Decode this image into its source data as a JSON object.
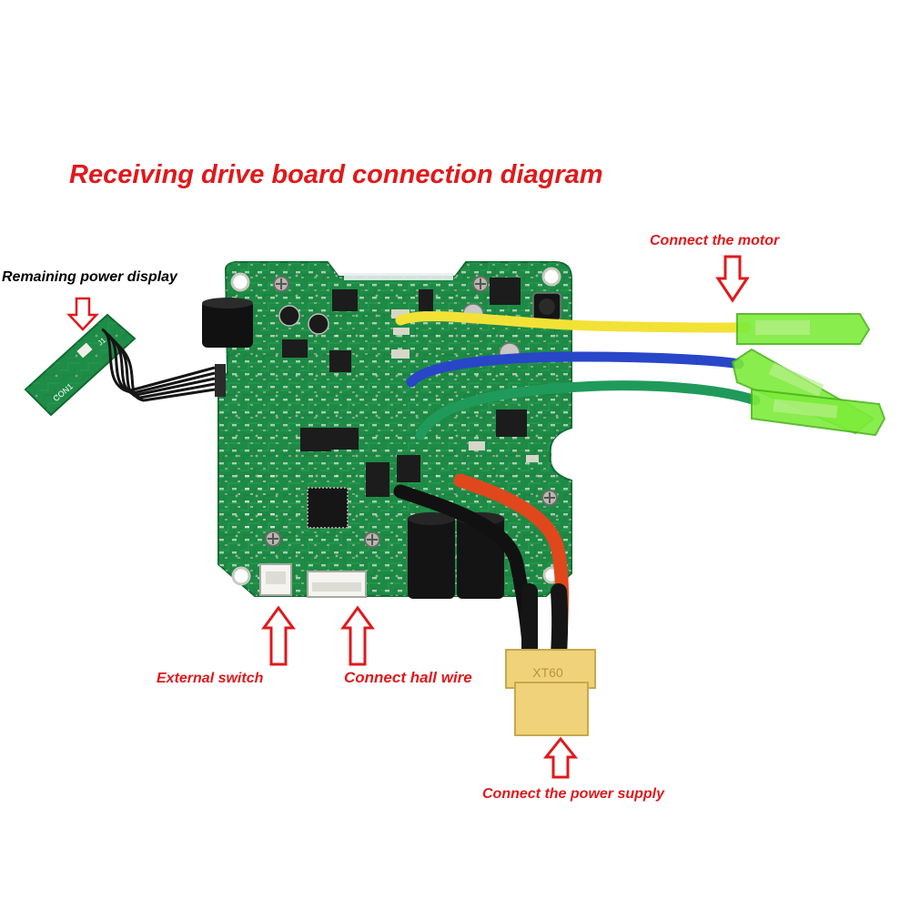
{
  "title": "Receiving drive board connection diagram",
  "labels": {
    "motor": "Connect the motor",
    "remaining_power": "Remaining power display",
    "external_switch": "External switch",
    "hall_wire": "Connect hall wire",
    "power_supply": "Connect the power supply"
  },
  "silkscreen": {
    "con1": "CON1",
    "j1": "J1",
    "connector_brand": "XT60"
  },
  "colors": {
    "label_red": "#e0191b",
    "pcb_green": "#1d8a45",
    "wire_yellow": "#f2e236",
    "wire_blue": "#2846c8",
    "wire_green": "#1f9a5a",
    "wire_red": "#e0471c",
    "wire_black": "#111111",
    "connector_yellow": "#f0d27a",
    "terminal_green": "#7dec3a"
  }
}
